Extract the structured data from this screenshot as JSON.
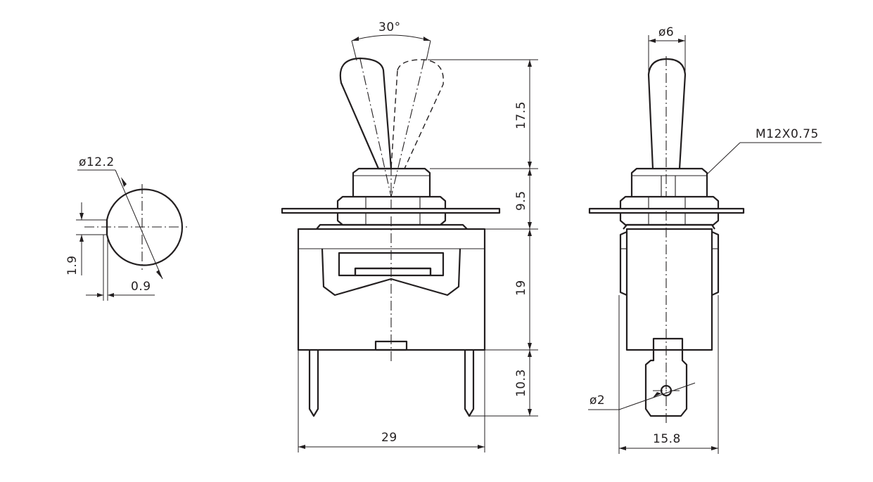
{
  "dimensions": {
    "dia_12_2": "ø12.2",
    "d_1_9": "1.9",
    "d_0_9": "0.9",
    "angle_30": "30°",
    "d_17_5": "17.5",
    "d_9_5": "9.5",
    "d_19": "19",
    "d_10_3": "10.3",
    "d_29": "29",
    "dia_6": "ø6",
    "thread": "M12X0.75",
    "dia_2": "ø2",
    "d_15_8": "15.8"
  }
}
